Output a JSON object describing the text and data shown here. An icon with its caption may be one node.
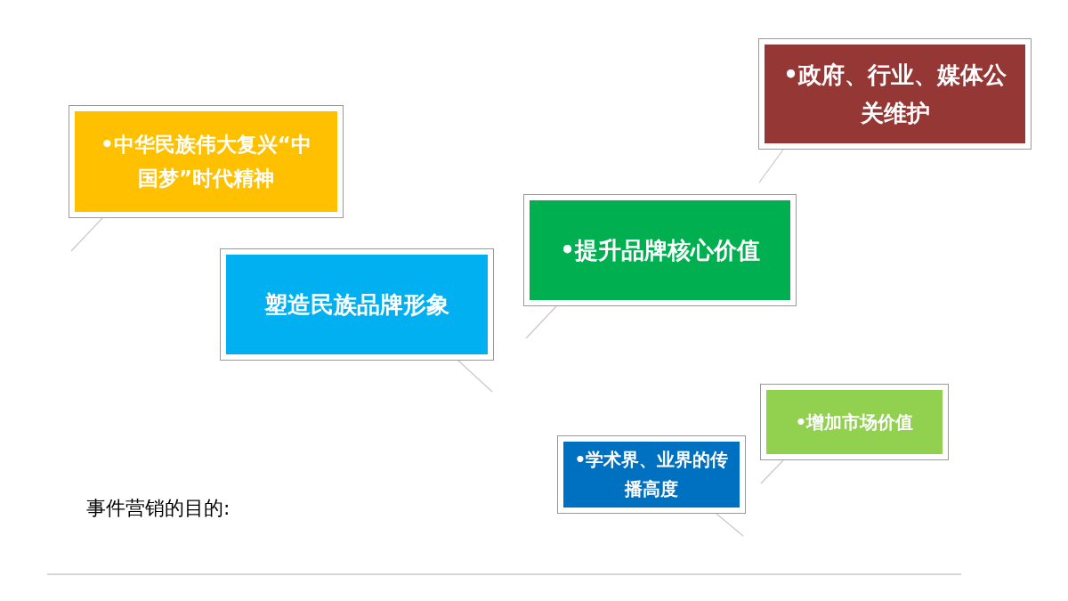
{
  "diagram": {
    "nodes": [
      {
        "text": [
          "•政府、行业、媒体公关维护"
        ]
      },
      {
        "text": [
          "•中华民族伟大复兴“中国梦”时代精神"
        ]
      },
      {
        "text": [
          "•提升品牌核心价值"
        ]
      },
      {
        "text": [
          "塑造民族品牌形象"
        ]
      },
      {
        "text": [
          "•增加市场价值"
        ]
      },
      {
        "text": [
          "•学术界、业界的传播高度"
        ]
      }
    ],
    "labels": [
      "事件营销的目的:"
    ]
  }
}
